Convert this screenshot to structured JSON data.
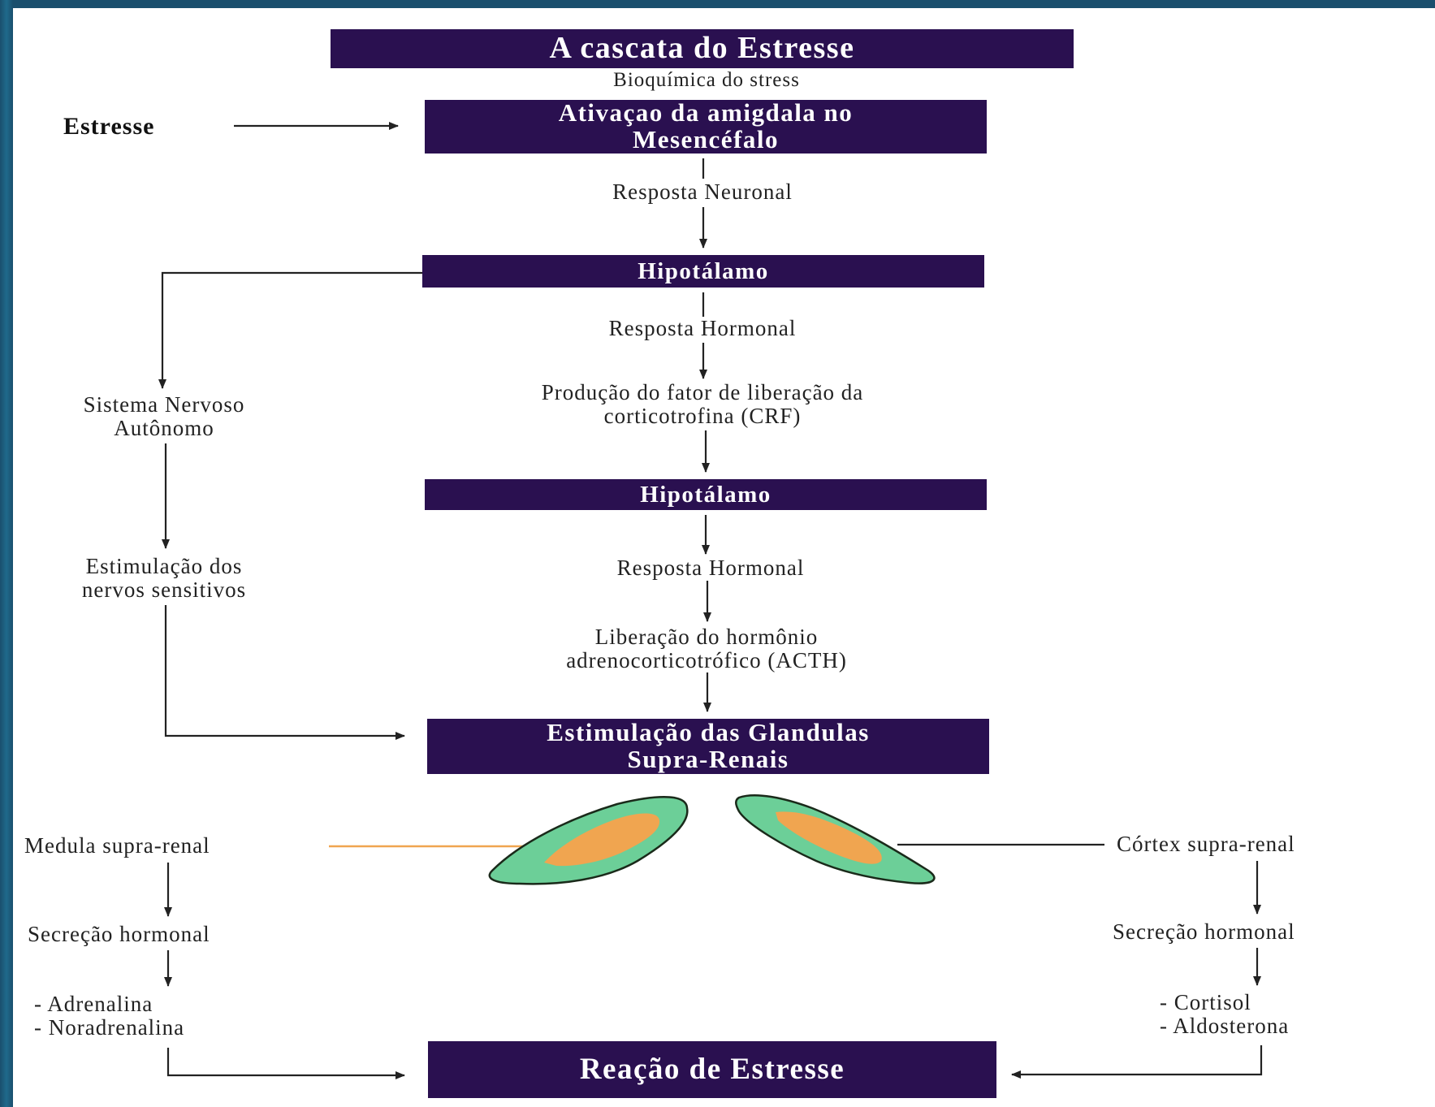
{
  "title": "A cascata do Estresse",
  "subtitle": "Bioquímica do stress",
  "stress_label": "Estresse",
  "boxes": {
    "amigdala": "Ativaçao da amigdala no\nMesencéfalo",
    "hipotalamo1": "Hipotálamo",
    "hipotalamo2": "Hipotálamo",
    "supra_renais": "Estimulação das Glandulas\nSupra-Renais",
    "reacao": "Reação de Estresse"
  },
  "center_steps": {
    "resposta_neuronal": "Resposta Neuronal",
    "resposta_hormonal_1": "Resposta Hormonal",
    "crf": "Produção do fator de liberação da\ncorticotrofina (CRF)",
    "resposta_hormonal_2": "Resposta Hormonal",
    "acth": "Liberação do hormônio\nadrenocorticotrófico (ACTH)"
  },
  "left_branch": {
    "sna": "Sistema Nervoso\nAutônomo",
    "nervos": "Estimulação dos\nnervos sensitivos",
    "medula": "Medula supra-renal",
    "secrecao": "Secreção hormonal",
    "hormonios": "- Adrenalina\n- Noradrenalina"
  },
  "right_branch": {
    "cortex": "Córtex supra-renal",
    "secrecao": "Secreção hormonal",
    "hormonios": "- Cortisol\n- Aldosterona"
  },
  "colors": {
    "box_fill": "#2a1050",
    "box_text": "#ffffff",
    "gland_outer": "#6ccf98",
    "gland_inner": "#f0a550",
    "gland_stroke": "#1a2a1a",
    "medula_pointer": "#f0a550",
    "arrows": "#222222"
  }
}
